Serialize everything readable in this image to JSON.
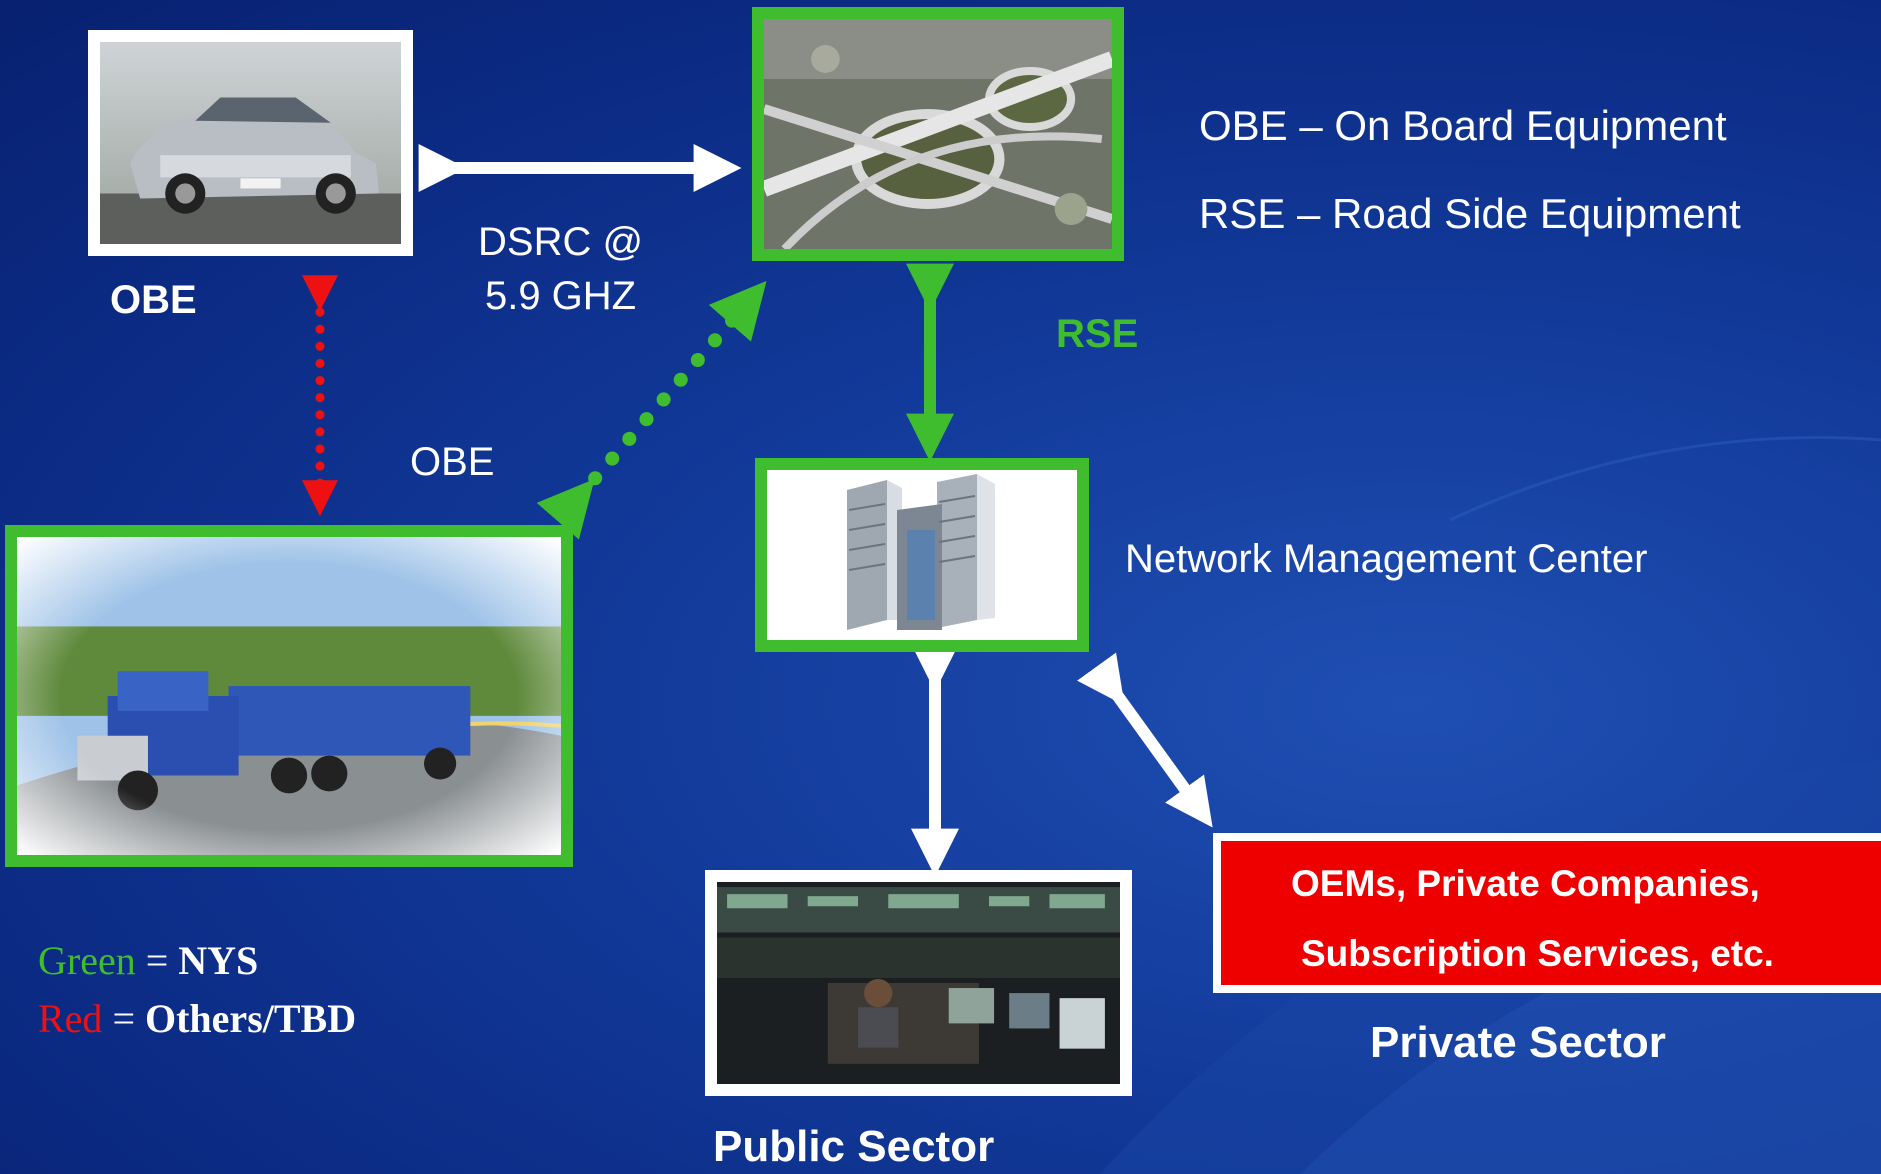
{
  "labels": {
    "obe_car": "OBE",
    "dsrc_line1": "DSRC @",
    "dsrc_line2": "5.9 GHZ",
    "obe_truck": "OBE",
    "rse": "RSE",
    "nmc": "Network Management Center",
    "public_sector": "Public Sector",
    "private_sector": "Private Sector"
  },
  "definitions": [
    "OBE – On Board Equipment",
    "RSE – Road Side Equipment"
  ],
  "private_box": {
    "line1": "OEMs, Private Companies,",
    "line2": "Subscription  Services, etc."
  },
  "legend": {
    "green_word": "Green",
    "green_sep": " = ",
    "green_value": "NYS",
    "red_word": "Red",
    "red_sep": " = ",
    "red_value": "Others/TBD"
  },
  "colors": {
    "nys_green": "#3fbd2f",
    "tbd_red": "#ee1111",
    "link_white": "#ffffff",
    "private_box": "#ee0000"
  },
  "icons": [
    "car-photo",
    "highway-interchange-photo",
    "truck-photo",
    "server-tower-icon",
    "control-room-photo"
  ]
}
